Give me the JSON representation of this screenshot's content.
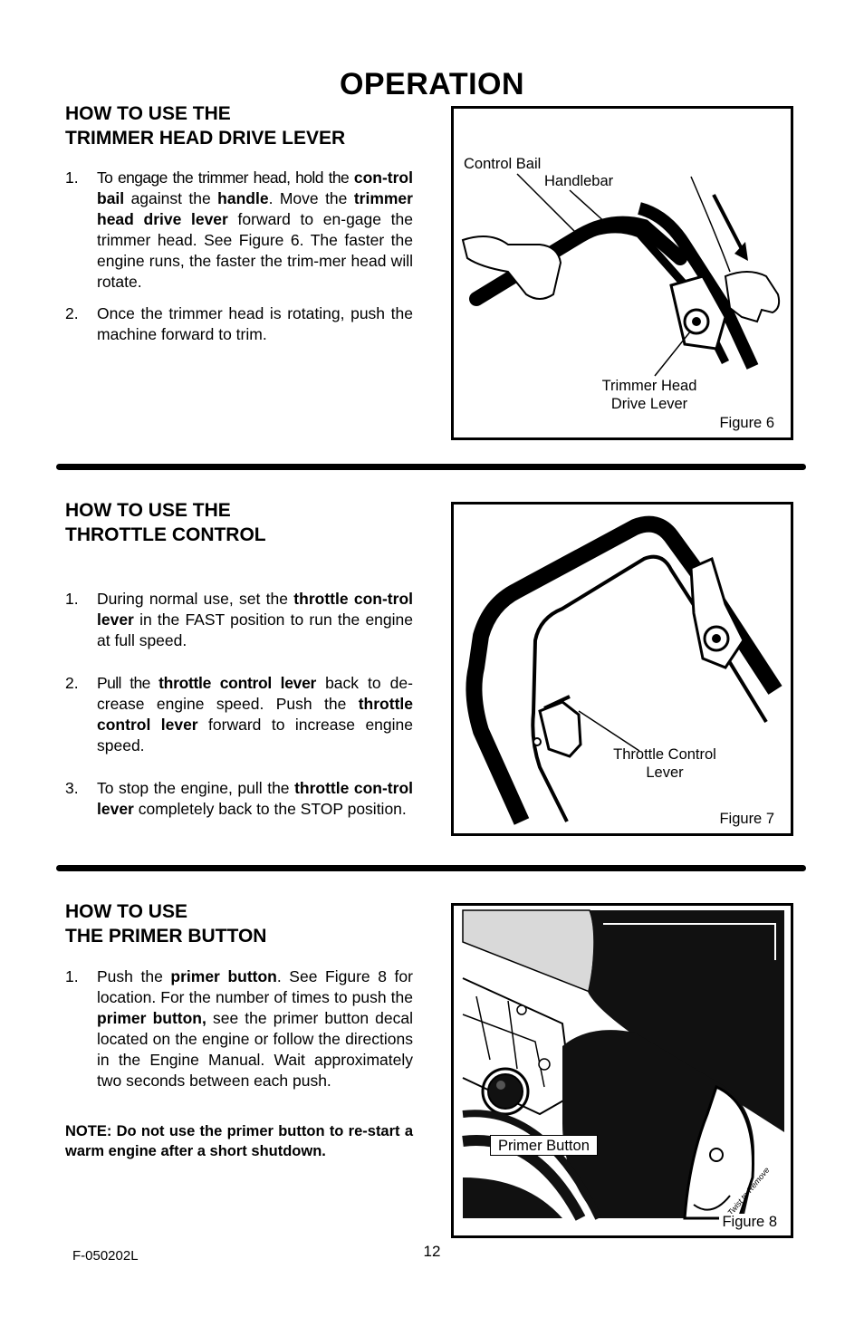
{
  "page": {
    "title": "OPERATION",
    "doc_code": "F-050202L",
    "page_number": "12"
  },
  "sections": [
    {
      "heading_line1": "HOW TO USE THE",
      "heading_line2": "TRIMMER HEAD DRIVE LEVER",
      "steps": [
        {
          "num": "1.",
          "parts": [
            "To engage the trimmer head, hold the ",
            "con-trol bail",
            " against the ",
            "handle",
            ". Move the ",
            "trimmer head drive lever",
            " forward to en-gage the trimmer head. See Figure 6. The faster the engine runs, the faster the trim-mer head will rotate."
          ]
        },
        {
          "num": "2.",
          "parts": [
            "Once the trimmer head is rotating, push the machine forward to trim."
          ]
        }
      ],
      "figure": {
        "caption": "Figure 6",
        "callouts": [
          "Control Bail",
          "Handlebar",
          "Trimmer Head",
          "Drive Lever"
        ]
      }
    },
    {
      "heading_line1": "HOW TO USE THE",
      "heading_line2": "THROTTLE CONTROL",
      "steps": [
        {
          "num": "1.",
          "parts": [
            "During normal use, set the ",
            "throttle con-trol lever",
            " in the FAST position to run the engine at full speed."
          ]
        },
        {
          "num": "2.",
          "parts": [
            "Pull the ",
            "throttle control lever",
            " back to de-crease engine speed. Push the ",
            "throttle control lever",
            " forward to increase engine speed."
          ]
        },
        {
          "num": "3.",
          "parts": [
            "To stop the engine, pull the ",
            "throttle con-trol lever",
            " completely back to the STOP position."
          ]
        }
      ],
      "figure": {
        "caption": "Figure 7",
        "callouts": [
          "Throttle Control",
          "Lever"
        ]
      }
    },
    {
      "heading_line1": "HOW TO USE",
      "heading_line2": "THE PRIMER BUTTON",
      "steps": [
        {
          "num": "1.",
          "parts": [
            "Push the ",
            "primer button",
            ".  See Figure 8 for location. For the number of times to push the ",
            "primer button,",
            " see the primer button decal located on the engine or follow the directions in the Engine Manual. Wait approximately two seconds between each push."
          ]
        }
      ],
      "note": "NOTE: Do not use the primer button to re-start a warm engine after a short shutdown.",
      "figure": {
        "caption": "Figure 8",
        "callouts": [
          "Primer Button"
        ],
        "decal_text": "Twist to Remove"
      }
    }
  ]
}
